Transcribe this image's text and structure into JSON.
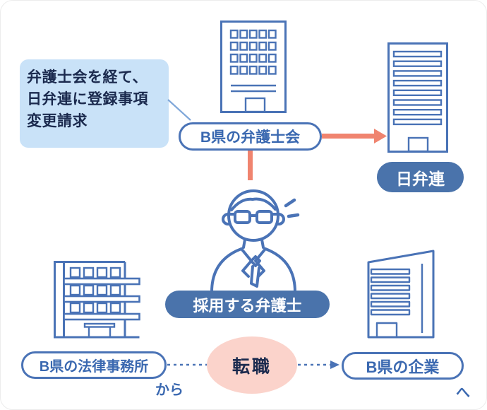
{
  "note": {
    "lines": [
      "弁護士会を経て、",
      "日弁連に登録事項",
      "変更請求"
    ]
  },
  "nodes": {
    "bar_association": {
      "label": "B県の弁護士会",
      "icon": "office-building-icon"
    },
    "nichibenren": {
      "label": "日弁連",
      "icon": "tower-building-icon"
    },
    "lawyer": {
      "label": "採用する弁護士",
      "icon": "businessman-glasses-icon"
    },
    "law_office": {
      "label": "B県の法律事務所",
      "icon": "apartment-building-icon"
    },
    "company": {
      "label": "B県の企業",
      "icon": "corporate-building-icon"
    }
  },
  "transfer": {
    "label": "転職",
    "from_suffix": "から",
    "to_suffix": "へ"
  },
  "colors": {
    "outline_blue": "#4a73b6",
    "pill_fill_blue": "#4a73ab",
    "pill_text_blue": "#3a68b0",
    "note_bg": "#c9e2f8",
    "text_navy": "#1b2a4e",
    "salmon": "#f0846f",
    "transfer_pink": "#fbd3cb",
    "tail_blue": "#7fa7d9"
  }
}
